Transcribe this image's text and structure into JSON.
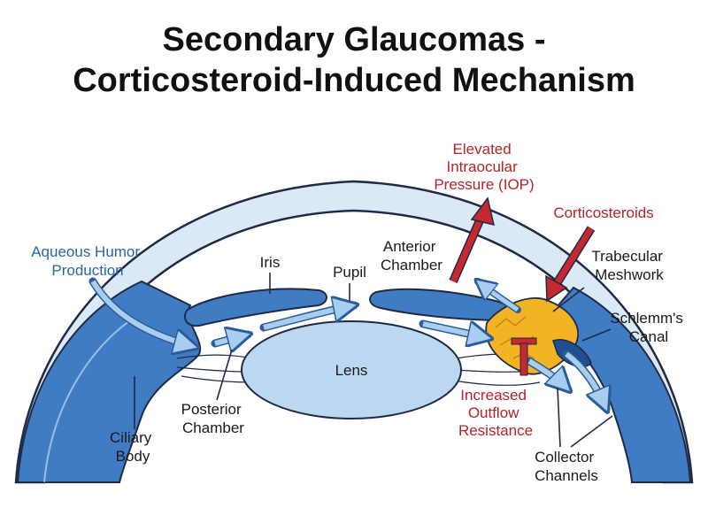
{
  "title": {
    "line1": "Secondary Glaucomas -",
    "line2": "Corticosteroid-Induced Mechanism"
  },
  "labels": {
    "aqueous_humor": [
      "Aqueous Humor",
      "Production"
    ],
    "iris": "Iris",
    "pupil": "Pupil",
    "anterior_chamber": [
      "Anterior",
      "Chamber"
    ],
    "elevated_iop": [
      "Elevated",
      "Intraocular",
      "Pressure (IOP)"
    ],
    "corticosteroids": "Corticosteroids",
    "trabecular_meshwork": [
      "Trabecular",
      "Meshwork"
    ],
    "schlemms_canal": [
      "Schlemm's",
      "Canal"
    ],
    "lens": "Lens",
    "posterior_chamber": [
      "Posterior",
      "Chamber"
    ],
    "ciliary_body": [
      "Ciliary",
      "Body"
    ],
    "increased_outflow": [
      "Increased",
      "Outflow",
      "Resistance"
    ],
    "collector_channels": [
      "Collector",
      "Channels"
    ]
  },
  "colors": {
    "outline": "#1f2a44",
    "tissue_blue": "#3f7cc4",
    "tissue_light": "#dbe9f6",
    "lens_fill": "#bcd8f1",
    "arrow_light": "#a9cdee",
    "red": "#c5282f",
    "meshwork": "#f2b324",
    "label_blue": "#2a64a8",
    "label_red": "#b3222a"
  },
  "icons": {
    "flow": "flow-arrow-icon",
    "blockage": "blockage-icon"
  }
}
